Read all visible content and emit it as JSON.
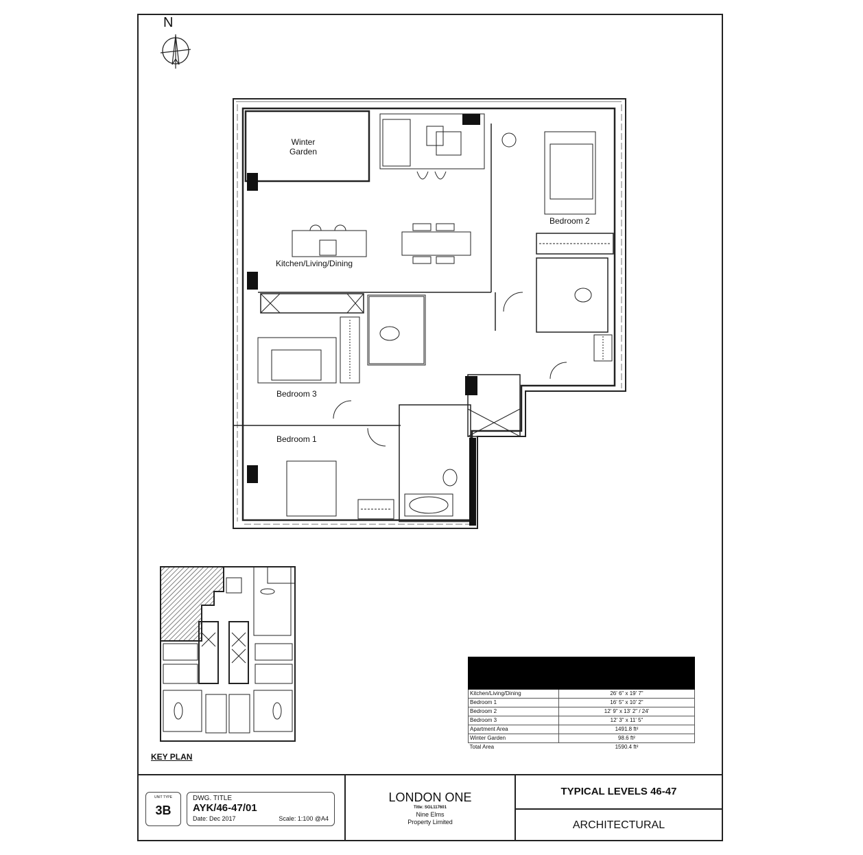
{
  "drawing": {
    "compass_label": "N",
    "rooms": {
      "winter_garden": [
        "Winter",
        "Garden"
      ],
      "kitchen_living_dining": "Kitchen/Living/Dining",
      "bedroom_1": "Bedroom 1",
      "bedroom_2": "Bedroom 2",
      "bedroom_3": "Bedroom 3"
    },
    "key_plan_label": "KEY PLAN"
  },
  "area_schedule": {
    "rows": [
      {
        "room": "Kitchen/Living/Dining",
        "value": "26' 6\"   x   19' 7\""
      },
      {
        "room": "Bedroom 1",
        "value": "16' 5\"   x   10' 2\""
      },
      {
        "room": "Bedroom 2",
        "value": "12' 9\"   x   13' 2\" / 24'"
      },
      {
        "room": "Bedroom 3",
        "value": "12' 3\"   x   11' 5\""
      },
      {
        "room": "Apartment Area",
        "value": "1491.8 ft²"
      },
      {
        "room": "Winter Garden",
        "value": "98.6 ft²"
      }
    ],
    "total": {
      "room": "Total Area",
      "value": "1590.4 ft²"
    }
  },
  "title_block": {
    "unit_type_label": "UNIT TYPE",
    "unit_type": "3B",
    "dwg_title_label": "DWG. TITLE",
    "dwg_number": "AYK/46-47/01",
    "date": "Date:  Dec 2017",
    "scale": "Scale:  1:100 @A4",
    "project": "LONDON ONE",
    "title_number": "Title: SGL117601",
    "client_line1": "Nine Elms",
    "client_line2": "Property Limited",
    "levels": "TYPICAL LEVELS 46-47",
    "discipline": "ARCHITECTURAL"
  }
}
